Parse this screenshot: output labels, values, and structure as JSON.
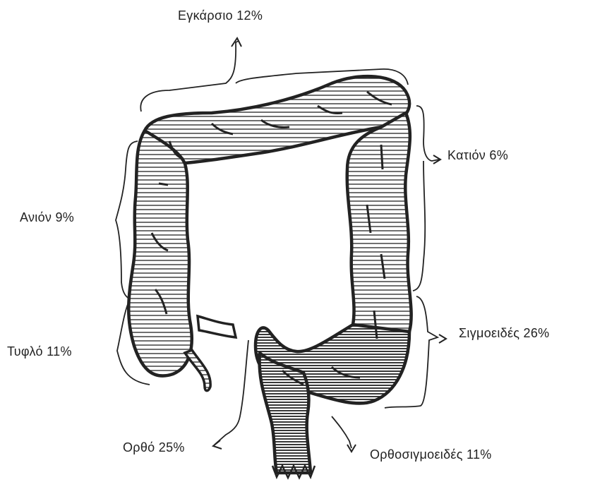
{
  "labels": {
    "transverse": "Εγκάρσιο 12%",
    "descending": "Κατιόν 6%",
    "ascending": "Ανιόν 9%",
    "sigmoid": "Σιγμοειδές 26%",
    "cecum": "Τυφλό 11%",
    "rectum": "Ορθό 25%",
    "rectosigmoid": "Ορθοσιγμοειδές 11%"
  },
  "colors": {
    "ink": "#222222",
    "background": "#ffffff"
  }
}
